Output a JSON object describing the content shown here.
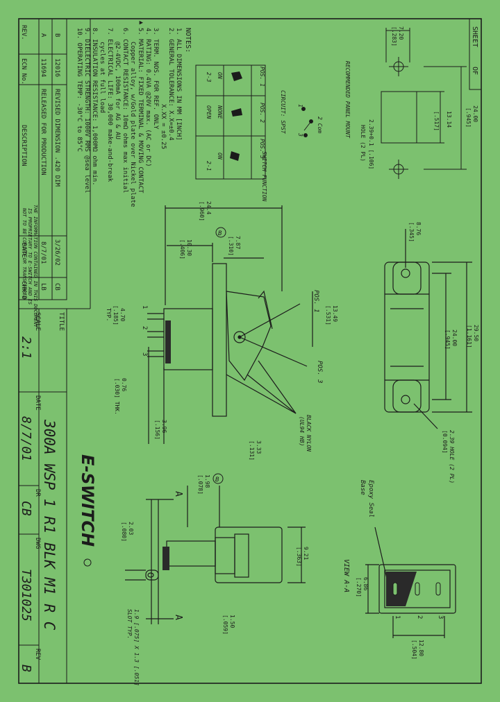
{
  "colors": {
    "background": "#7cc16f",
    "ink": "#1b1b1b",
    "fill": "#2a2a2a"
  },
  "title_block": {
    "sheet_label": "SHEET",
    "of_label": "OF",
    "title_label": "TITLE",
    "title": "300A WSP 1 R1 BLK M1 R C",
    "scale_label": "SCALE",
    "scale": "2:1",
    "date_label": "DATE",
    "date": "8/7/01",
    "dr_label": "DR",
    "dr": "CB",
    "dwg_label": "DWG",
    "dwg": "T301025",
    "rev_label": "REV",
    "rev": "B",
    "logo": "E-SWITCH",
    "proprietary": [
      "THE INFORMATION CONTAINED IN THIS DOCUMENT",
      "IS PROPRIETARY TO E-SWITCH AND IS",
      "NOT TO BE COPIED OR TRANSFERRED"
    ]
  },
  "revisions": {
    "headers": [
      "REV.",
      "ECN No.",
      "DESCRIPTION",
      "DATE",
      "CHK'D"
    ],
    "rows": [
      [
        "B",
        "12016",
        "REVISED DIMENSION .420 DIM",
        "3/26/02",
        "CB"
      ],
      [
        "A",
        "11694",
        "RELEASED FOR PRODUCTION",
        "8/7/01",
        "LB"
      ]
    ]
  },
  "notes": {
    "title": "NOTES:",
    "items": [
      "1. ALL DIMENSIONS IN MM [INCH]",
      "2. GENERAL TOLERANCE: X.X=±0.4",
      "X.XX = ±0.25",
      "3. TERM. NOS. FOR REF. ONLY",
      "4. RATING: 0.4VA @20V max. (AC or DC)",
      "5. MATERIAL: FIXED TERMINAL & MOVING CONTACT",
      "Copper alloy, w/Gold plate over Nickel plate",
      "6. CONTACT RESISTANCE: 10mΩ ohms max initial",
      "@2-4VDC, 100mA for AG & AU",
      "7. ELECTRICAL LIFE: 30,000 make-and-break",
      "cycles at full load",
      "8. INSULATION RESISTANCE: 1,000MΩ ohm min.",
      "9. DIELECTRIC STRENGTH: 1000V RMS @sea level",
      "10. OPERATING TEMP: -30°C to 85°C"
    ]
  },
  "switch_function": {
    "headers": [
      "POS. 1",
      "POS. 2",
      "POS. 3"
    ],
    "row_labels": [
      "2-3",
      "2-1"
    ],
    "values": [
      "ON",
      "NONE",
      "OPEN",
      "ON"
    ],
    "title": "SWITCH FUNCTION"
  },
  "circuit": {
    "label": "CIRCUIT: SPST",
    "terminals": [
      "1",
      "2 Com",
      "3"
    ]
  },
  "panel": {
    "label": "RECOMMENDED PANEL MOUNT",
    "dims": [
      "7.20",
      "[.283]",
      "24.00",
      "[.945]",
      "13.14",
      "[.517]",
      "2.39+0.1 [.106]",
      "HOLE (2 PL)"
    ]
  },
  "top_view": {
    "dims": [
      "29.50",
      "[1.161]",
      "24.00",
      "[.945]",
      "8.76",
      "[.345]",
      "2.39 HOLE (2 PL)",
      "[0.094]"
    ]
  },
  "side_view": {
    "dims": [
      "24.4",
      "[.960]",
      "10.30",
      "[.406]",
      "7.87",
      "[.310]",
      "13.49",
      "[.531]",
      "4.70",
      "[.185]",
      "TYP.",
      "0.76",
      "[.030] THK.",
      "3.96",
      "[.156]",
      "3.33",
      "[.131]"
    ],
    "labels": [
      "POS. 1",
      "POS. 3",
      "BLACK NYLON",
      "(UL94 HB)",
      "B"
    ],
    "terminals": [
      "1",
      "2",
      "3"
    ]
  },
  "end_view": {
    "dims": [
      "1.98",
      "[.078]",
      "2.03",
      "[.080]",
      "9.21",
      "[.363]",
      "1.50",
      "[.059]",
      "1.9 [.075] X 1.3 [.051]",
      "SLOT TYP."
    ],
    "labels": [
      "A",
      "A",
      "B"
    ]
  },
  "view_aa": {
    "title": "VIEW A-A",
    "labels": [
      "Epoxy Seal",
      "Base"
    ],
    "dims": [
      "6.86",
      "[.270]",
      "12.80",
      "[.504]"
    ],
    "terminals": [
      "1",
      "2",
      "3"
    ]
  }
}
